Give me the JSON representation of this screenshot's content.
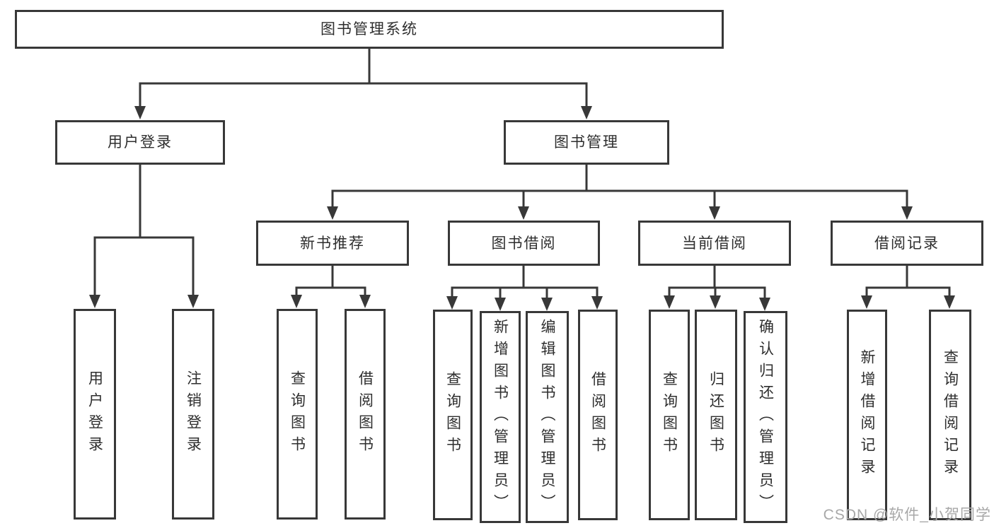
{
  "diagram": {
    "root": {
      "label": "图书管理系统",
      "children": [
        {
          "label": "用户登录",
          "children": [
            {
              "label": "用户登录"
            },
            {
              "label": "注销登录"
            }
          ]
        },
        {
          "label": "图书管理",
          "children": [
            {
              "label": "新书推荐",
              "children": [
                {
                  "label": "查询图书"
                },
                {
                  "label": "借阅图书"
                }
              ]
            },
            {
              "label": "图书借阅",
              "children": [
                {
                  "label": "查询图书"
                },
                {
                  "label": "新增图书（管理员）"
                },
                {
                  "label": "编辑图书（管理员）"
                },
                {
                  "label": "借阅图书"
                }
              ]
            },
            {
              "label": "当前借阅",
              "children": [
                {
                  "label": "查询图书"
                },
                {
                  "label": "归还图书"
                },
                {
                  "label": "确认归还（管理员）"
                }
              ]
            },
            {
              "label": "借阅记录",
              "children": [
                {
                  "label": "新增借阅记录"
                },
                {
                  "label": "查询借阅记录"
                }
              ]
            }
          ]
        }
      ]
    }
  },
  "watermark": {
    "text": "CSDN @软件_小贺同学"
  },
  "colors": {
    "line": "#383838",
    "text": "#2e2e2e",
    "watermark": "#a8a8a8",
    "background": "#ffffff"
  }
}
